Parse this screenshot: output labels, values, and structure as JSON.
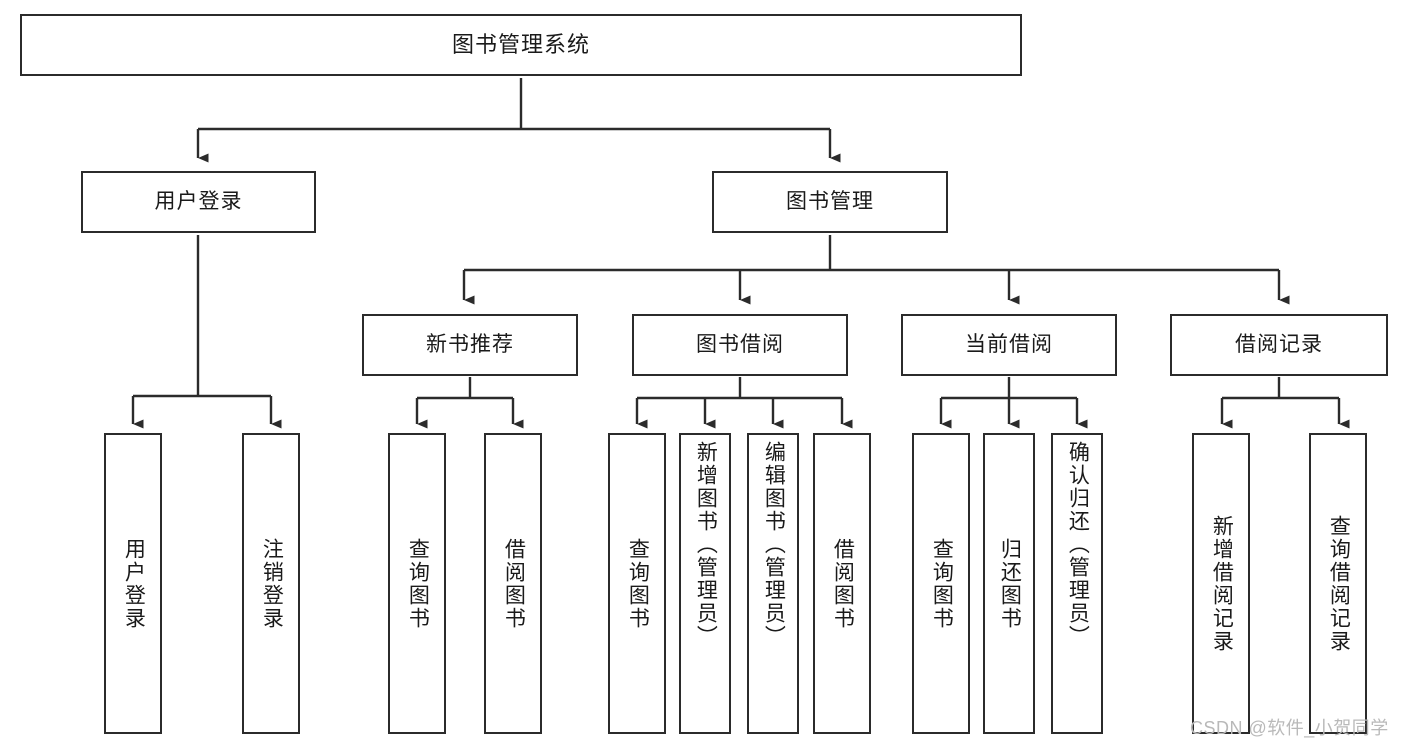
{
  "diagram": {
    "title": "图书管理系统",
    "type": "tree-hierarchy-chart",
    "colors": {
      "border": "#2b2b2b",
      "background": "#ffffff",
      "text": "#1a1a1a",
      "watermark": "#b9b9b9"
    }
  },
  "root": {
    "label": "图书管理系统"
  },
  "level2": [
    {
      "label": "用户登录"
    },
    {
      "label": "图书管理"
    }
  ],
  "level3": [
    {
      "label": "新书推荐"
    },
    {
      "label": "图书借阅"
    },
    {
      "label": "当前借阅"
    },
    {
      "label": "借阅记录"
    }
  ],
  "leaves": {
    "user_login": [
      {
        "label": "用户登录"
      },
      {
        "label": "注销登录"
      }
    ],
    "new_book_recommend": [
      {
        "label": "查询图书"
      },
      {
        "label": "借阅图书"
      }
    ],
    "book_borrow": [
      {
        "label": "查询图书"
      },
      {
        "label": "新增图书（管理员）"
      },
      {
        "label": "编辑图书（管理员）"
      },
      {
        "label": "借阅图书"
      }
    ],
    "current_borrow": [
      {
        "label": "查询图书"
      },
      {
        "label": "归还图书"
      },
      {
        "label": "确认归还（管理员）"
      }
    ],
    "borrow_record": [
      {
        "label": "新增借阅记录"
      },
      {
        "label": "查询借阅记录"
      }
    ]
  },
  "watermark": {
    "text": "CSDN @软件_小贺同学"
  }
}
